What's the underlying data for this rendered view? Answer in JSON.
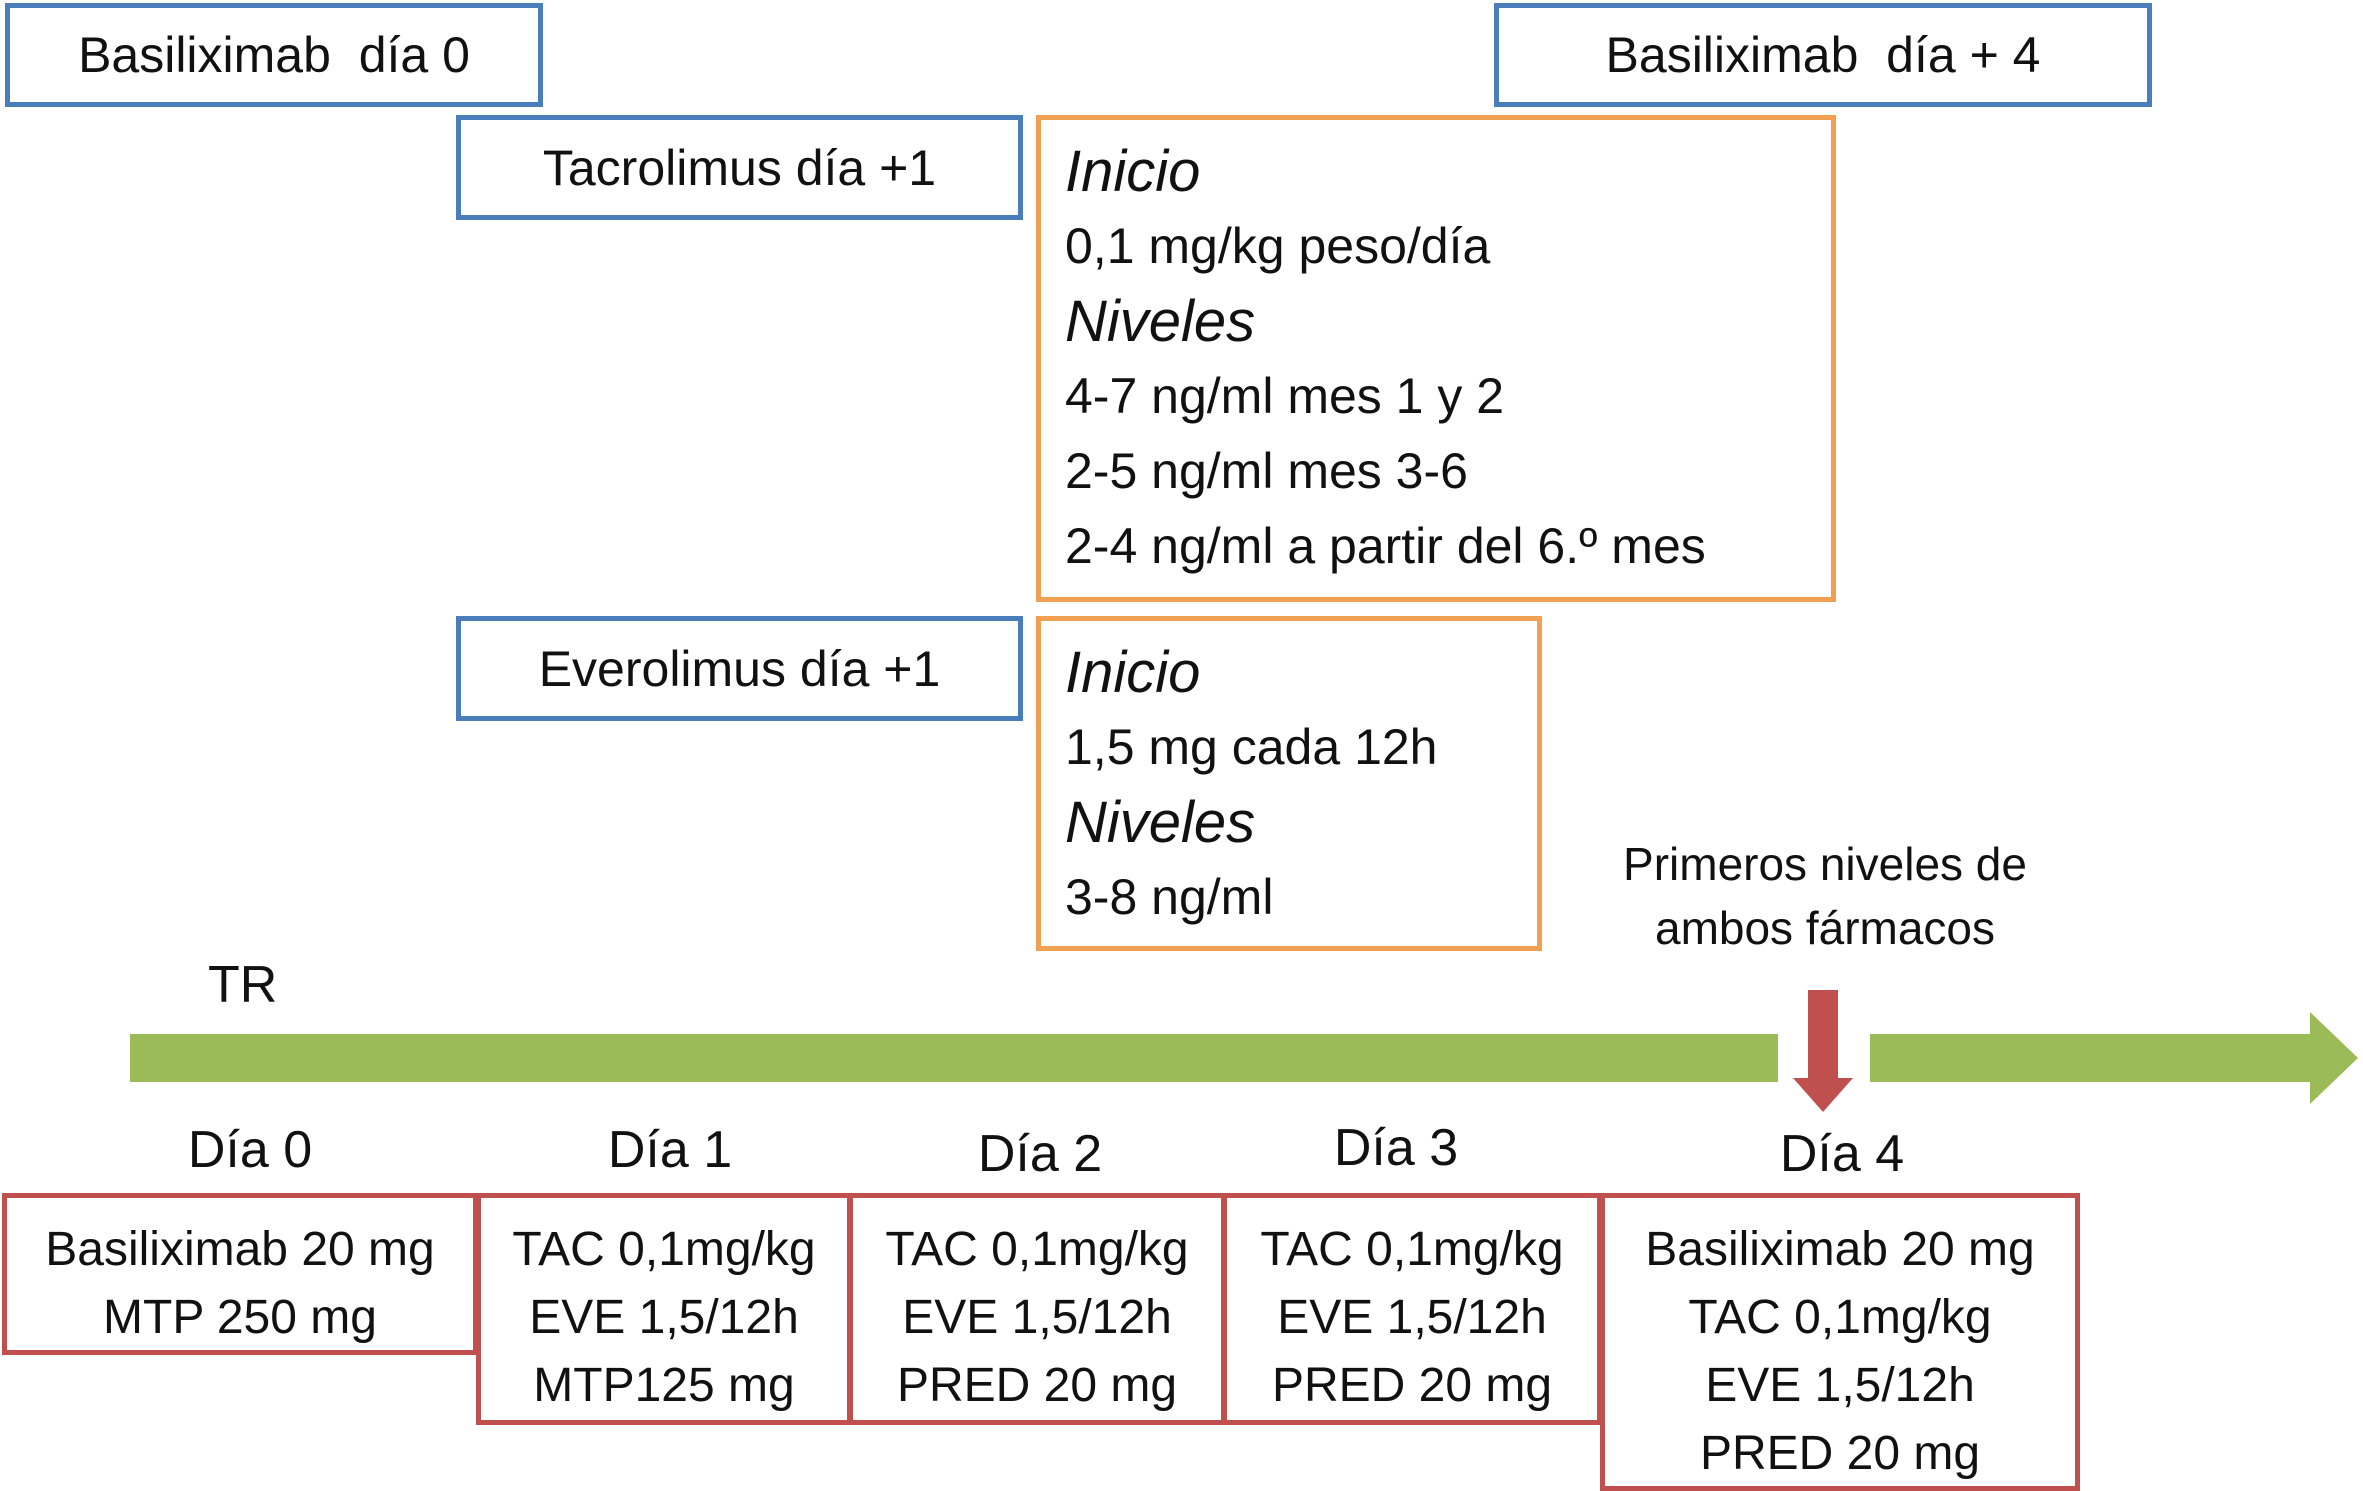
{
  "top_labels": {
    "basiliximab_day0": "Basiliximab  día 0",
    "basiliximab_day4": "Basiliximab  día + 4",
    "tacrolimus": "Tacrolimus día +1",
    "everolimus": "Everolimus día +1"
  },
  "tacrolimus_info": {
    "lines": [
      {
        "text": "Inicio",
        "italic": true
      },
      {
        "text": "0,1 mg/kg peso/día",
        "italic": false
      },
      {
        "text": "Niveles",
        "italic": true
      },
      {
        "text": "4-7 ng/ml mes 1 y 2",
        "italic": false
      },
      {
        "text": "2-5 ng/ml mes 3-6",
        "italic": false
      },
      {
        "text": "2-4 ng/ml a partir del 6.º mes",
        "italic": false
      }
    ]
  },
  "everolimus_info": {
    "lines": [
      {
        "text": "Inicio",
        "italic": true
      },
      {
        "text": "1,5 mg cada 12h",
        "italic": false
      },
      {
        "text": "Niveles",
        "italic": true
      },
      {
        "text": "3-8 ng/ml",
        "italic": false
      }
    ]
  },
  "timeline": {
    "start_label": "TR",
    "note": "Primeros niveles de ambos fármacos",
    "colors": {
      "arrow": "#9bbb59",
      "marker": "#c0504d"
    }
  },
  "days": [
    {
      "label": "Día 0",
      "doses": [
        "Basiliximab 20 mg",
        "MTP 250 mg"
      ]
    },
    {
      "label": "Día 1",
      "doses": [
        "TAC 0,1mg/kg",
        "EVE 1,5/12h",
        "MTP125 mg"
      ]
    },
    {
      "label": "Día 2",
      "doses": [
        "TAC 0,1mg/kg",
        "EVE 1,5/12h",
        "PRED 20 mg"
      ]
    },
    {
      "label": "Día 3",
      "doses": [
        "TAC 0,1mg/kg",
        "EVE 1,5/12h",
        "PRED 20 mg"
      ]
    },
    {
      "label": "Día 4",
      "doses": [
        "Basiliximab 20 mg",
        "TAC 0,1mg/kg",
        "EVE 1,5/12h",
        "PRED 20 mg"
      ]
    }
  ]
}
